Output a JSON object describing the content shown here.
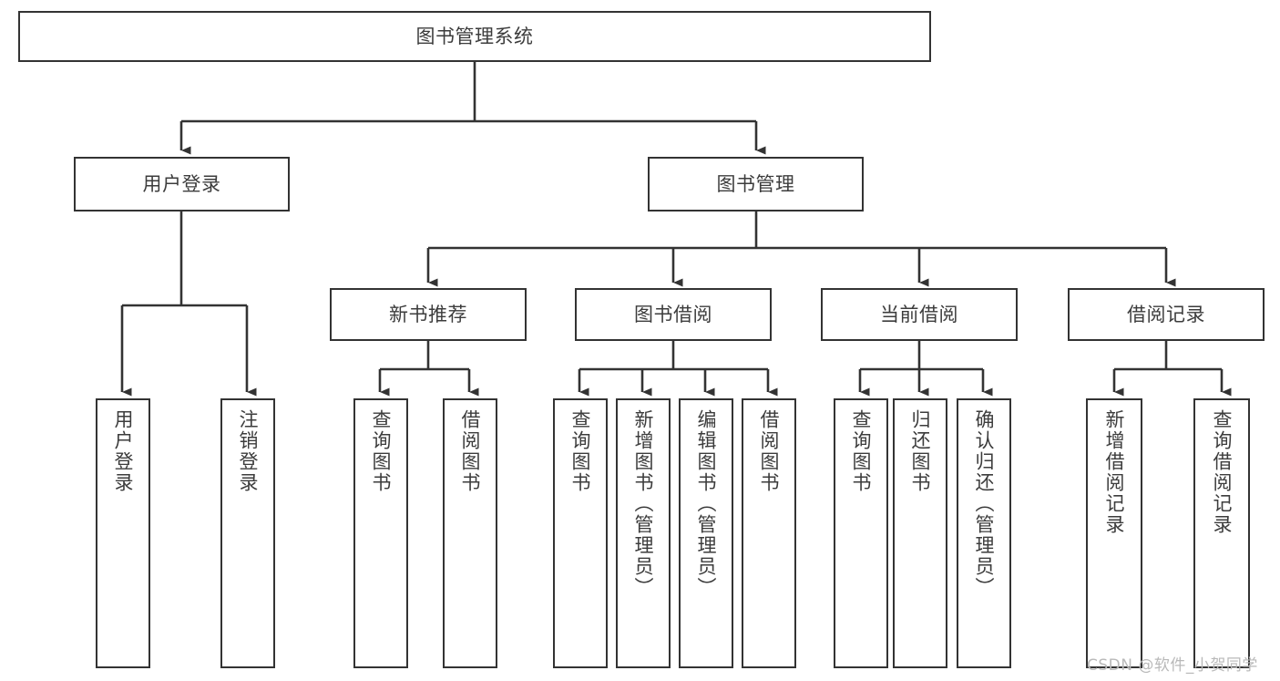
{
  "diagram": {
    "type": "tree-hierarchy-chart",
    "title": "图书管理系统",
    "colors": {
      "box_border": "#333333",
      "box_fill": "#ffffff",
      "connector": "#333333",
      "text": "#3c3c3c",
      "watermark": "#b9b9b9",
      "background": "#ffffff"
    },
    "root": {
      "label": "图书管理系统"
    },
    "level2": [
      {
        "label": "用户登录"
      },
      {
        "label": "图书管理"
      }
    ],
    "level3": [
      {
        "label": "新书推荐"
      },
      {
        "label": "图书借阅"
      },
      {
        "label": "当前借阅"
      },
      {
        "label": "借阅记录"
      }
    ],
    "leaves": {
      "user_login": [
        {
          "label": "用户登录"
        },
        {
          "label": "注销登录"
        }
      ],
      "new_book_recommend": [
        {
          "label": "查询图书"
        },
        {
          "label": "借阅图书"
        }
      ],
      "book_borrow": [
        {
          "label": "查询图书"
        },
        {
          "label": "新增图书（管理员）"
        },
        {
          "label": "编辑图书（管理员）"
        },
        {
          "label": "借阅图书"
        }
      ],
      "current_borrow": [
        {
          "label": "查询图书"
        },
        {
          "label": "归还图书"
        },
        {
          "label": "确认归还（管理员）"
        }
      ],
      "borrow_record": [
        {
          "label": "新增借阅记录"
        },
        {
          "label": "查询借阅记录"
        }
      ]
    }
  },
  "watermark": {
    "text": "CSDN @软件_小贺同学"
  }
}
